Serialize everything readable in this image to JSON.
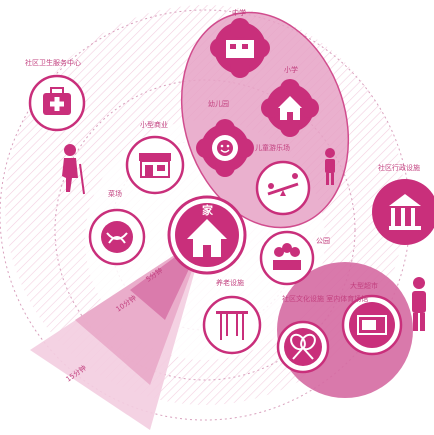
{
  "colors": {
    "primary": "#c92f7b",
    "primary_light": "#e7a3c6",
    "tint": "#f6d9e7",
    "grey": "#8a8a8a"
  },
  "labels": {
    "home": "家",
    "primary_school": "小学",
    "middle_school": "中学",
    "kindergarten": "幼儿园",
    "children_park": "儿童游乐场",
    "health_center": "社区卫生服务中心",
    "small_shop": "小型商业",
    "market": "菜场",
    "park": "公园",
    "elderly_facility": "养老设施",
    "admin_facility": "社区行政设施",
    "culture_sports": "社区文化设施 室内体育场馆",
    "large_store": "大型超市",
    "walk_5min": "5分钟",
    "walk_10min": "10分钟",
    "walk_15min": "15分钟"
  }
}
